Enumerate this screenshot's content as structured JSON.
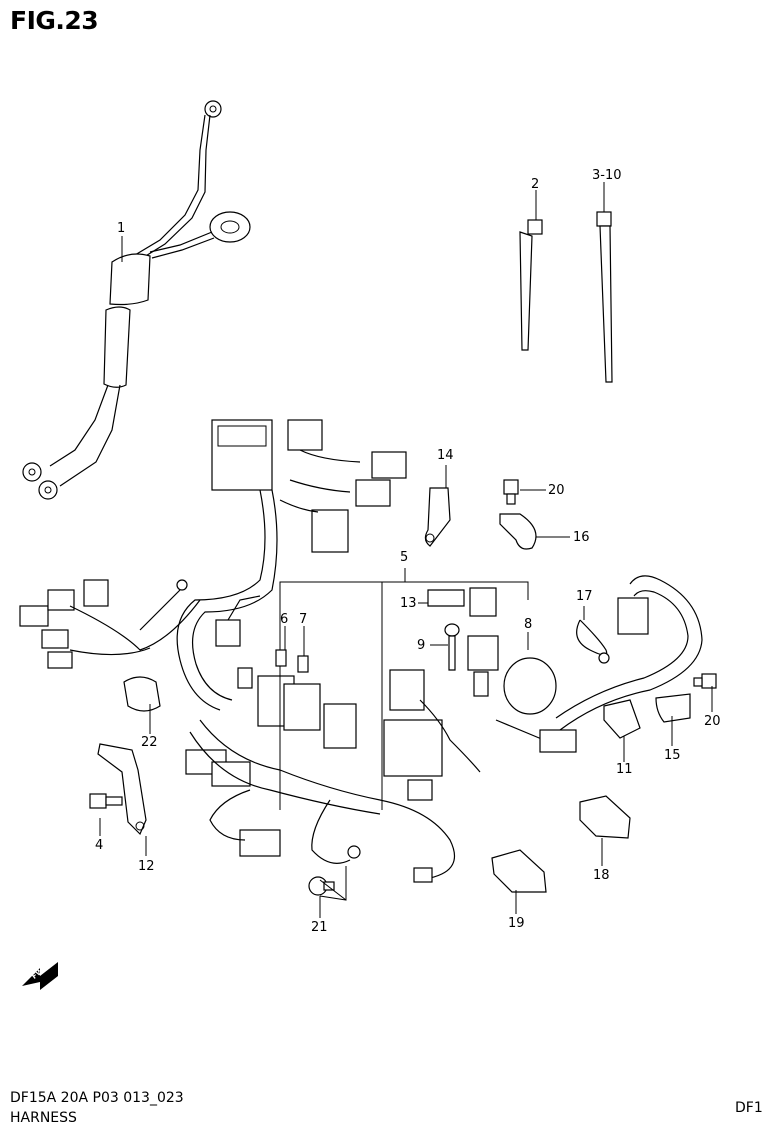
{
  "figure": {
    "title": "FIG.23",
    "code": "DF15A 20A  P03 013_023",
    "name": "HARNESS",
    "page_ref": "DF1",
    "fwd_label": "FWD"
  },
  "callouts": [
    {
      "id": "c1",
      "text": "1"
    },
    {
      "id": "c2",
      "text": "2"
    },
    {
      "id": "c3",
      "text": "3-10"
    },
    {
      "id": "c4",
      "text": "4"
    },
    {
      "id": "c5",
      "text": "5"
    },
    {
      "id": "c6",
      "text": "6"
    },
    {
      "id": "c7",
      "text": "7"
    },
    {
      "id": "c8",
      "text": "8"
    },
    {
      "id": "c9",
      "text": "9"
    },
    {
      "id": "c11",
      "text": "11"
    },
    {
      "id": "c12",
      "text": "12"
    },
    {
      "id": "c13",
      "text": "13"
    },
    {
      "id": "c14",
      "text": "14"
    },
    {
      "id": "c15",
      "text": "15"
    },
    {
      "id": "c16",
      "text": "16"
    },
    {
      "id": "c17",
      "text": "17"
    },
    {
      "id": "c18",
      "text": "18"
    },
    {
      "id": "c19",
      "text": "19"
    },
    {
      "id": "c20a",
      "text": "20"
    },
    {
      "id": "c20b",
      "text": "20"
    },
    {
      "id": "c21",
      "text": "21"
    },
    {
      "id": "c22",
      "text": "22"
    }
  ]
}
